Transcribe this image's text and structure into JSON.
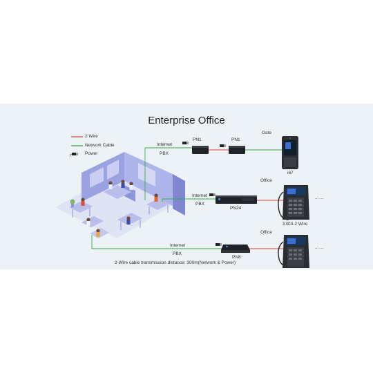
{
  "title": "Enterprise Office",
  "legend": [
    {
      "label": "2 Wire",
      "color": "#e0413a"
    },
    {
      "label": "Network Cable",
      "color": "#3aa845"
    },
    {
      "label": "Power",
      "icon": "power-plug-icon"
    }
  ],
  "rows": {
    "row1": {
      "internet": "Internet",
      "pbx": "PBX",
      "device1": "PN1",
      "device2": "PN1",
      "endpoint_title": "Gate",
      "endpoint_model": "i67"
    },
    "row2": {
      "internet": "Internet",
      "pbx": "PBX",
      "device": "PN24",
      "endpoint_title": "Office",
      "endpoint_model": "X303-2 Wire",
      "ellipsis": "... ..."
    },
    "row3": {
      "internet": "Internet",
      "pbx": "PBX",
      "device": "PN8",
      "endpoint_title": "Office",
      "ellipsis": "... ..."
    }
  },
  "footer": "2-Wire cable transmission distance: 300m(Network & Power)",
  "colors": {
    "band": "#ecf2f5",
    "wire2": "#e0413a",
    "network": "#3aa845",
    "office": "#8a93d6"
  }
}
